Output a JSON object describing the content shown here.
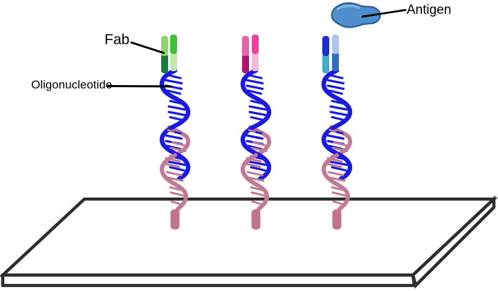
{
  "figure": {
    "labels": {
      "fab": "Fab",
      "oligonucleotide": "Oligonucleotide",
      "antigen": "Antigen"
    },
    "colors": {
      "background": "#ffffff",
      "dna_blue": "#1b1be0",
      "dna_pink": "#c17b95",
      "anchor_pink": "#c2718f",
      "surface_stroke": "#2d2d2d",
      "surface_fill": "#ffffff",
      "leader_line": "#000000",
      "antigen_fill": "#4f8fce",
      "antigen_stroke": "#2d6295",
      "antigen_highlight": "#8db9e2"
    },
    "fabs": [
      {
        "name": "green Fab",
        "left_top": "#8ed36b",
        "left_bottom": "#1a7a40",
        "right_top": "#3fc235",
        "right_bottom": "#c2eaaf"
      },
      {
        "name": "pink Fab",
        "left_top": "#e461ac",
        "left_bottom": "#b2156f",
        "right_top": "#ed3f9f",
        "right_bottom": "#f2bade"
      },
      {
        "name": "blue Fab",
        "left_top": "#1d2ed8",
        "left_bottom": "#3eafc6",
        "right_top": "#abc6e8",
        "right_bottom": "#2e6ec4"
      }
    ],
    "counts": {
      "immobilized_strands": "3"
    }
  }
}
